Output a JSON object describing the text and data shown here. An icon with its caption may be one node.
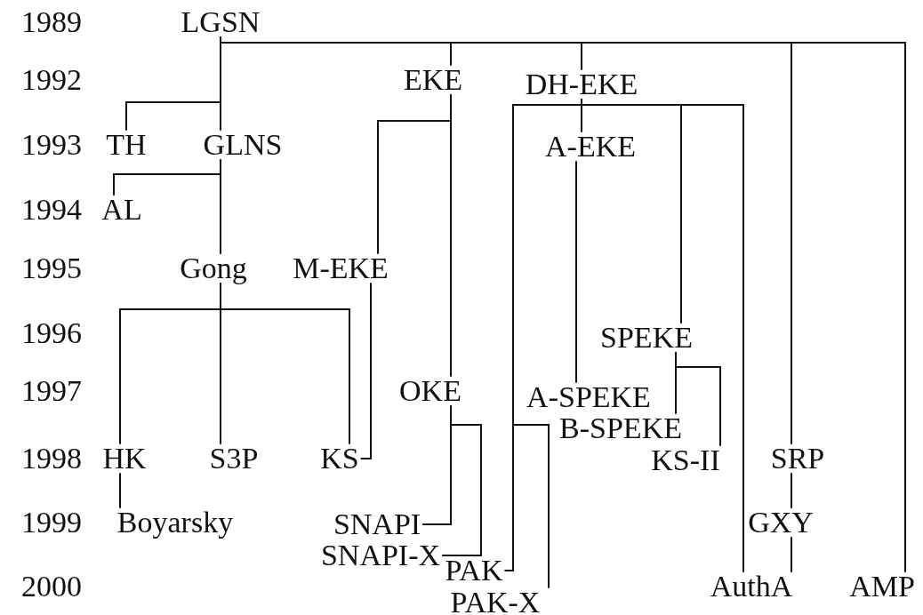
{
  "diagram": {
    "nodes": [
      {
        "text": [
          "LGSN"
        ]
      },
      {
        "text": [
          "TH"
        ]
      },
      {
        "text": [
          "GLNS"
        ]
      },
      {
        "text": [
          "AL"
        ]
      },
      {
        "text": [
          "Gong"
        ]
      },
      {
        "text": [
          "HK"
        ]
      },
      {
        "text": [
          "S3P"
        ]
      },
      {
        "text": [
          "KS"
        ]
      },
      {
        "text": [
          "Boyarsky"
        ]
      },
      {
        "text": [
          "EKE"
        ]
      },
      {
        "text": [
          "M-EKE"
        ]
      },
      {
        "text": [
          "OKE"
        ]
      },
      {
        "text": [
          "SNAPI"
        ]
      },
      {
        "text": [
          "SNAPI-X"
        ]
      },
      {
        "text": [
          "DH-EKE"
        ]
      },
      {
        "text": [
          "A-EKE"
        ]
      },
      {
        "text": [
          "A-SPEKE"
        ]
      },
      {
        "text": [
          "B-SPEKE"
        ]
      },
      {
        "text": [
          "SPEKE"
        ]
      },
      {
        "text": [
          "KS-II"
        ]
      },
      {
        "text": [
          "PAK"
        ]
      },
      {
        "text": [
          "PAK-X"
        ]
      },
      {
        "text": [
          "SRP"
        ]
      },
      {
        "text": [
          "GXY"
        ]
      },
      {
        "text": [
          "AuthA"
        ]
      },
      {
        "text": [
          "AMP"
        ]
      }
    ],
    "edges": [
      {
        "from": 0,
        "to": 1,
        "arrow": "none"
      },
      {
        "from": 0,
        "to": 2,
        "arrow": "none"
      },
      {
        "from": 0,
        "to": 9,
        "arrow": "none"
      },
      {
        "from": 0,
        "to": 14,
        "arrow": "none"
      },
      {
        "from": 0,
        "to": 22,
        "arrow": "none"
      },
      {
        "from": 0,
        "to": 25,
        "arrow": "none"
      },
      {
        "from": 2,
        "to": 3,
        "arrow": "none"
      },
      {
        "from": 2,
        "to": 4,
        "arrow": "none"
      },
      {
        "from": 4,
        "to": 5,
        "arrow": "none"
      },
      {
        "from": 4,
        "to": 6,
        "arrow": "none"
      },
      {
        "from": 4,
        "to": 7,
        "arrow": "none"
      },
      {
        "from": 5,
        "to": 8,
        "arrow": "none"
      },
      {
        "from": 9,
        "to": 10,
        "arrow": "none"
      },
      {
        "from": 9,
        "to": 11,
        "arrow": "none"
      },
      {
        "from": 10,
        "to": 7,
        "arrow": "none"
      },
      {
        "from": 11,
        "to": 12,
        "arrow": "none"
      },
      {
        "from": 11,
        "to": 13,
        "arrow": "none"
      },
      {
        "from": 14,
        "to": 15,
        "arrow": "none"
      },
      {
        "from": 14,
        "to": 20,
        "arrow": "none"
      },
      {
        "from": 14,
        "to": 21,
        "arrow": "none"
      },
      {
        "from": 14,
        "to": 18,
        "arrow": "none"
      },
      {
        "from": 14,
        "to": 24,
        "arrow": "none"
      },
      {
        "from": 15,
        "to": 16,
        "arrow": "none"
      },
      {
        "from": 18,
        "to": 17,
        "arrow": "none"
      },
      {
        "from": 18,
        "to": 19,
        "arrow": "none"
      },
      {
        "from": 22,
        "to": 23,
        "arrow": "none"
      },
      {
        "from": 23,
        "to": 24,
        "arrow": "none"
      }
    ],
    "labels": [
      "1989",
      "1992",
      "1993",
      "1994",
      "1995",
      "1996",
      "1997",
      "1998",
      "1999",
      "2000"
    ]
  }
}
